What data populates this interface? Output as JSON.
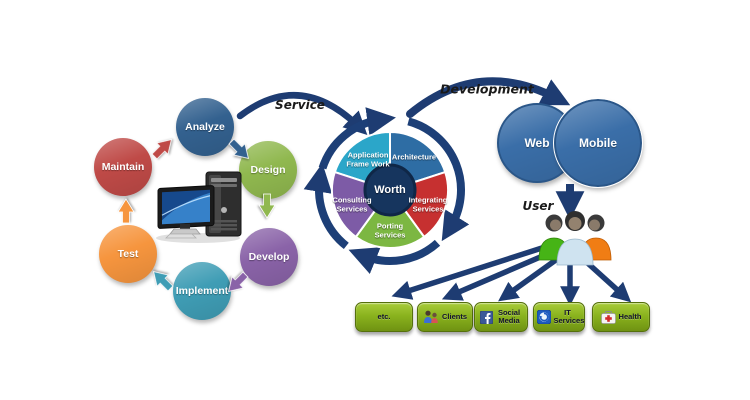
{
  "colors": {
    "arrow_navy": "#1e3c72",
    "badge_green": "#8ab31e",
    "platform_blue": "#3a6ea8",
    "pie_ring_navy": "#1d3f77"
  },
  "sdlc": {
    "steps": [
      {
        "label": "Analyze",
        "color": "#33618f"
      },
      {
        "label": "Design",
        "color": "#90b84f"
      },
      {
        "label": "Develop",
        "color": "#8a63a8"
      },
      {
        "label": "Implement",
        "color": "#3f9db5"
      },
      {
        "label": "Test",
        "color": "#f6953e"
      },
      {
        "label": "Maintain",
        "color": "#bf4a47"
      }
    ]
  },
  "flow_labels": {
    "service": "Service",
    "development": "Development",
    "user": "User"
  },
  "pie": {
    "center_label": "Worth",
    "center_color": "#16355e",
    "segments": [
      {
        "label": "Application Frame Work",
        "color": "#2ba6c9"
      },
      {
        "label": "Architecture",
        "color": "#2e6da4"
      },
      {
        "label": "Integrating Services",
        "color": "#c63030"
      },
      {
        "label": "Porting Services",
        "color": "#7cb742"
      },
      {
        "label": "Consulting Services",
        "color": "#7d5ba6"
      }
    ]
  },
  "platforms": {
    "items": [
      {
        "label": "Web",
        "color": "#3a6ea8"
      },
      {
        "label": "Mobile",
        "color": "#3a6ea8"
      }
    ]
  },
  "channels": {
    "items": [
      {
        "label": "etc.",
        "icon": "none"
      },
      {
        "label": "Clients",
        "icon": "clients-people-icon"
      },
      {
        "label": "Social Media",
        "icon": "facebook-icon"
      },
      {
        "label": "IT Services",
        "icon": "it-services-icon"
      },
      {
        "label": "Health",
        "icon": "health-kit-icon"
      }
    ]
  }
}
